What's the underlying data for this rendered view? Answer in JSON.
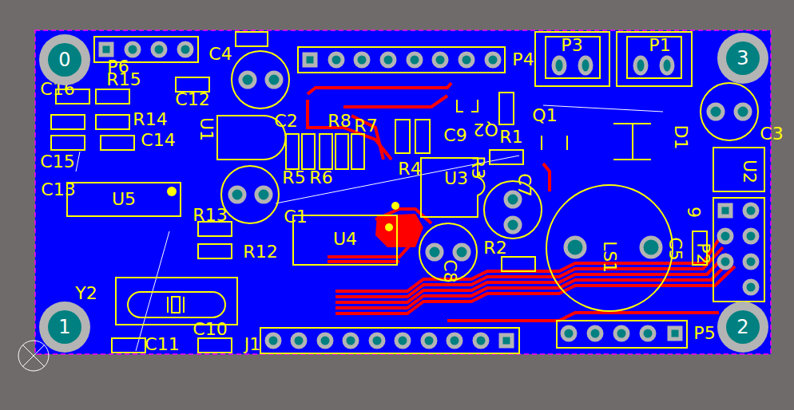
{
  "diagram": {
    "nodes": [
      {
        "text": [
          "0"
        ]
      },
      {
        "text": [
          "3"
        ]
      },
      {
        "text": [
          "U5"
        ]
      },
      {
        "text": [
          "LS1"
        ]
      },
      {
        "text": [
          "1"
        ]
      },
      {
        "text": [
          "2"
        ]
      }
    ],
    "labels": [
      "P6",
      "R15",
      "C4",
      "C16",
      "C12",
      "R14",
      "C14",
      "U1",
      "C2",
      "R8",
      "R7",
      "C9",
      "Q2",
      "P4",
      "P3",
      "P1",
      "R1",
      "Q1",
      "D1",
      "C3",
      "R3",
      "C15",
      "R5",
      "R6",
      "R4",
      "U3",
      "C13",
      "U2",
      "C7",
      "9",
      "R13",
      "C1",
      "R12",
      "U4",
      "R2",
      "P2",
      "C8",
      "C5",
      "Y2",
      "C10",
      "C11",
      "J1",
      "P5"
    ]
  }
}
